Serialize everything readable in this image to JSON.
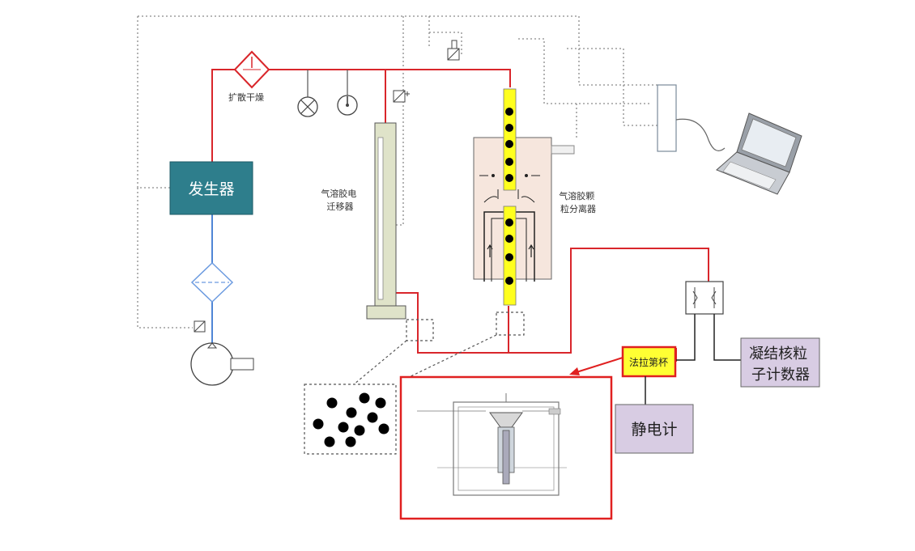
{
  "labels": {
    "generator": "发生器",
    "diffusion_dryer": "扩散干燥",
    "dma": "气溶胶电\n迁移器",
    "aerosol_particle_separator": "气溶胶颗\n粒分离器",
    "faraday_cup": "法拉第杯",
    "electrometer": "静电计",
    "cpc": "凝结核粒\n子计数器"
  },
  "colors": {
    "red_line": "#d9262b",
    "blue_line": "#4f86d6",
    "dotted_line": "#8a8a8a",
    "generator_fill": "#2e7e8c",
    "box_lavender": "#d8cce3",
    "faraday_fill": "#ffff33",
    "column_fill": "#dfe3c9",
    "separator_fill": "#f6e6dd",
    "rod_yellow": "#ffff1f"
  },
  "icons": [
    "filter-diamond-icon",
    "pressure-gauge-icon",
    "valve-icon",
    "pump-icon",
    "laptop-icon",
    "controller-icon",
    "flow-splitter-icon"
  ]
}
